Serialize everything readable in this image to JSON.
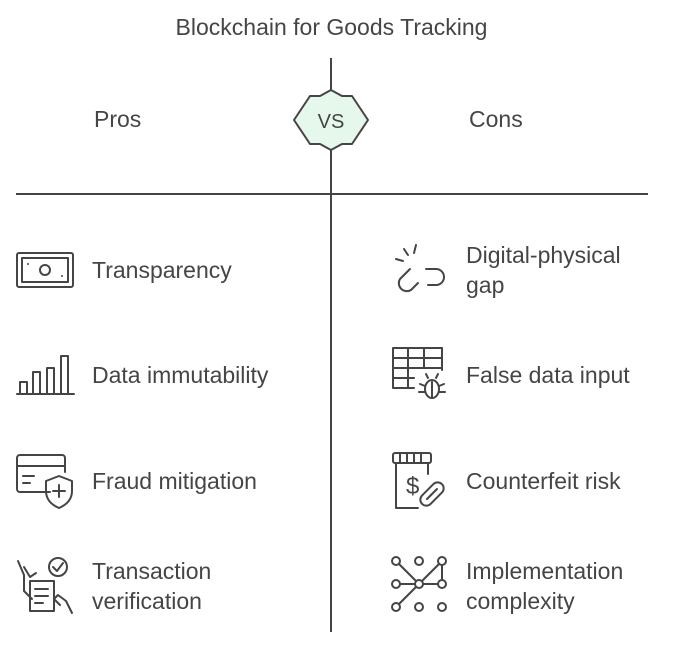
{
  "title": "Blockchain for Goods Tracking",
  "pros_header": "Pros",
  "cons_header": "Cons",
  "vs_label": "VS",
  "colors": {
    "vs_fill": "#e6f7ec",
    "stroke": "#454545"
  },
  "pros": [
    {
      "label": "Transparency",
      "icon": "banknote-icon"
    },
    {
      "label": "Data immutability",
      "icon": "bar-chart-icon"
    },
    {
      "label": "Fraud mitigation",
      "icon": "card-shield-icon"
    },
    {
      "label": "Transaction verification",
      "icon": "hand-document-check-icon"
    }
  ],
  "cons": [
    {
      "label": "Digital-physical gap",
      "icon": "broken-link-icon"
    },
    {
      "label": "False data input",
      "icon": "table-bug-icon"
    },
    {
      "label": "Counterfeit risk",
      "icon": "pill-bottle-icon"
    },
    {
      "label": "Implementation complexity",
      "icon": "network-nodes-icon"
    }
  ]
}
